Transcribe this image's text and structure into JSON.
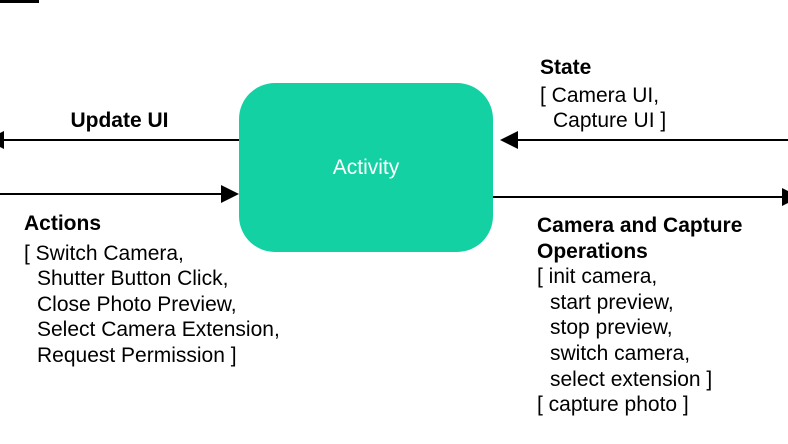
{
  "diagram": {
    "activity_box": {
      "label": "Activity",
      "fill_color": "#13d1a2",
      "label_color": "#ffffff"
    },
    "arrows": {
      "update_ui": {
        "label": "Update UI",
        "direction": "left"
      },
      "actions": {
        "label": "Actions",
        "direction": "right",
        "items": [
          "[ Switch Camera,",
          "Shutter Button Click,",
          "Close Photo Preview,",
          "Select Camera Extension,",
          "Request Permission ]"
        ]
      },
      "state": {
        "label": "State",
        "direction": "left",
        "items": [
          "[ Camera UI,",
          "Capture UI ]"
        ]
      },
      "camera_ops": {
        "label": "Camera and Capture Operations",
        "direction": "right",
        "items": [
          "[ init camera,",
          "start preview,",
          "stop preview,",
          "switch camera,",
          "select extension ]"
        ],
        "capture_line": "[ capture photo ]"
      }
    },
    "colors": {
      "arrow": "#000000",
      "background": "#ffffff"
    }
  }
}
